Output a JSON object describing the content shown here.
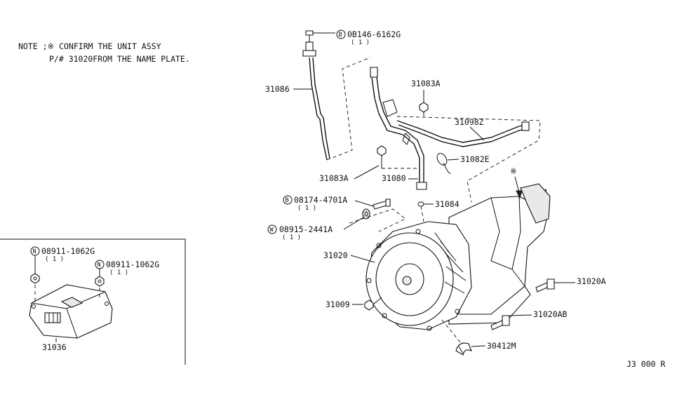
{
  "note": {
    "line1": "NOTE ;※ CONFIRM THE UNIT ASSY",
    "line2": "P/# 31020FROM THE NAME PLATE."
  },
  "labels": {
    "bolt_0b146": {
      "symbol": "B",
      "part": "0B146-6162G",
      "qty": "( 1 )"
    },
    "dipstick": "31086",
    "bolt_31083a_top": "31083A",
    "tube_31098z": "31098Z",
    "clip_31082e": "31082E",
    "bolt_31083a_left": "31083A",
    "filler_tube": "31080",
    "bolt_08174": {
      "symbol": "B",
      "part": "08174-4701A",
      "qty": "( 1 )"
    },
    "oring_31084": "31084",
    "washer_08915": {
      "symbol": "W",
      "part": "08915-2441A",
      "qty": "( 1 )"
    },
    "transmission": "31020",
    "bolt_31009": "31009",
    "bolt_31020a": "31020A",
    "bolt_31020ab": "31020AB",
    "bracket_30412m": "30412M",
    "nut_left": {
      "symbol": "N",
      "part": "08911-1062G",
      "qty": "( 1 )"
    },
    "nut_right": {
      "symbol": "N",
      "part": "08911-1062G",
      "qty": "( 1 )"
    },
    "control_unit": "31036",
    "asterisk_mark": "※",
    "diagram_code": "J3 000  R"
  }
}
